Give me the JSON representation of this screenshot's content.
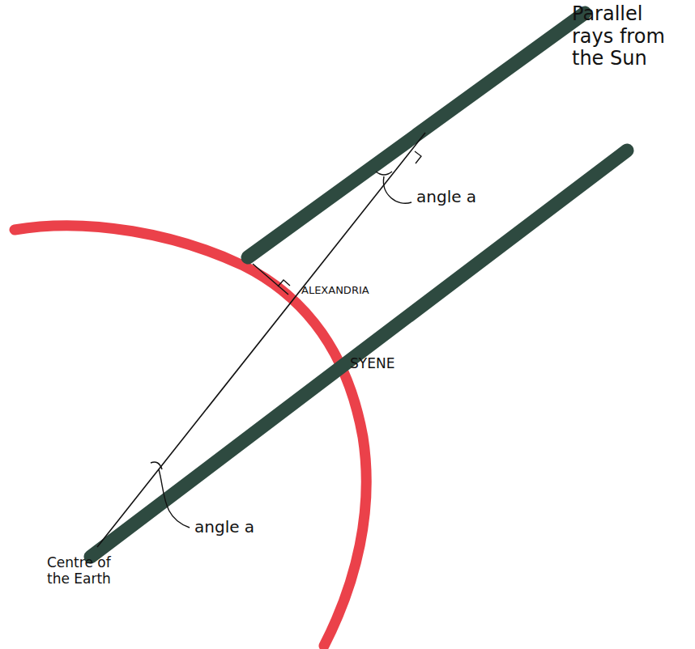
{
  "diagram": {
    "labels": [
      "Parallel rays from the Sun",
      "angle a",
      "ALEXANDRIA",
      "SYENE",
      "angle a",
      "Centre of the Earth"
    ]
  }
}
